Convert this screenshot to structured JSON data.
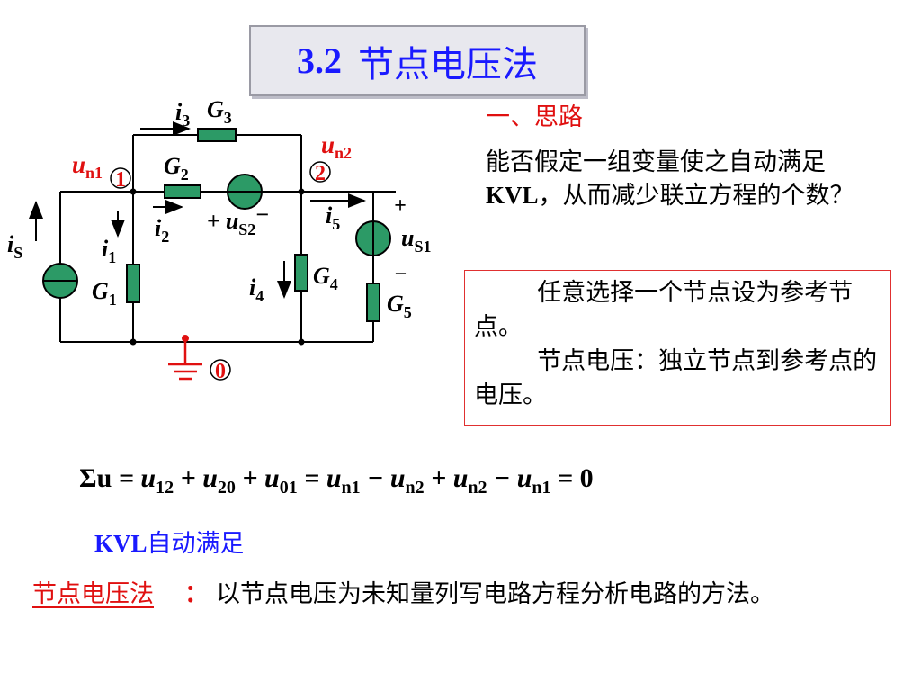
{
  "title": {
    "number": "3.2",
    "name": "节点电压法"
  },
  "section_heading": "一、思路",
  "paragraph": {
    "p1": "能否假定一组变量使之自动满足",
    "kvl": "KVL",
    "p2": "，从而减少联立方程的个数？"
  },
  "notes": {
    "line1": "任意选择一个节点设为参考节点。",
    "line2": "节点电压：独立节点到参考点的电压。"
  },
  "equation": {
    "sum": "Σu",
    "parts": [
      "u",
      "12",
      "u",
      "20",
      "u",
      "01",
      "u",
      "n1",
      "u",
      "n2",
      "u",
      "n2",
      "u",
      "n1"
    ],
    "result": "0"
  },
  "kvl_auto": {
    "kvl": "KVL",
    "text": "自动满足"
  },
  "definition": {
    "term": "节点电压法",
    "colon": "：",
    "text": "以节点电压为未知量列写电路方程分析电路的方法。"
  },
  "circuit": {
    "node_labels": {
      "n1": "1",
      "n2": "2",
      "ref": "0"
    },
    "labels": {
      "un1_u": "u",
      "un1_s": "n1",
      "un2_u": "u",
      "un2_s": "n2",
      "i3_i": "i",
      "i3_s": "3",
      "G3_G": "G",
      "G3_s": "3",
      "G2_G": "G",
      "G2_s": "2",
      "i2_i": "i",
      "i2_s": "2",
      "us2_plus": "+",
      "us2_u": "u",
      "us2_s": "S2",
      "us2_minus": "−",
      "i5_i": "i",
      "i5_s": "5",
      "us1_plus": "+",
      "us1_u": "u",
      "us1_s": "S1",
      "us1_minus": "−",
      "iS_i": "i",
      "iS_s": "S",
      "i1_i": "i",
      "i1_s": "1",
      "G1_G": "G",
      "G1_s": "1",
      "i4_i": "i",
      "i4_s": "4",
      "G4_G": "G",
      "G4_s": "4",
      "G5_G": "G",
      "G5_s": "5"
    },
    "colors": {
      "wire": "#000000",
      "element": "#1e8a5a",
      "highlight": "#e01010"
    }
  }
}
